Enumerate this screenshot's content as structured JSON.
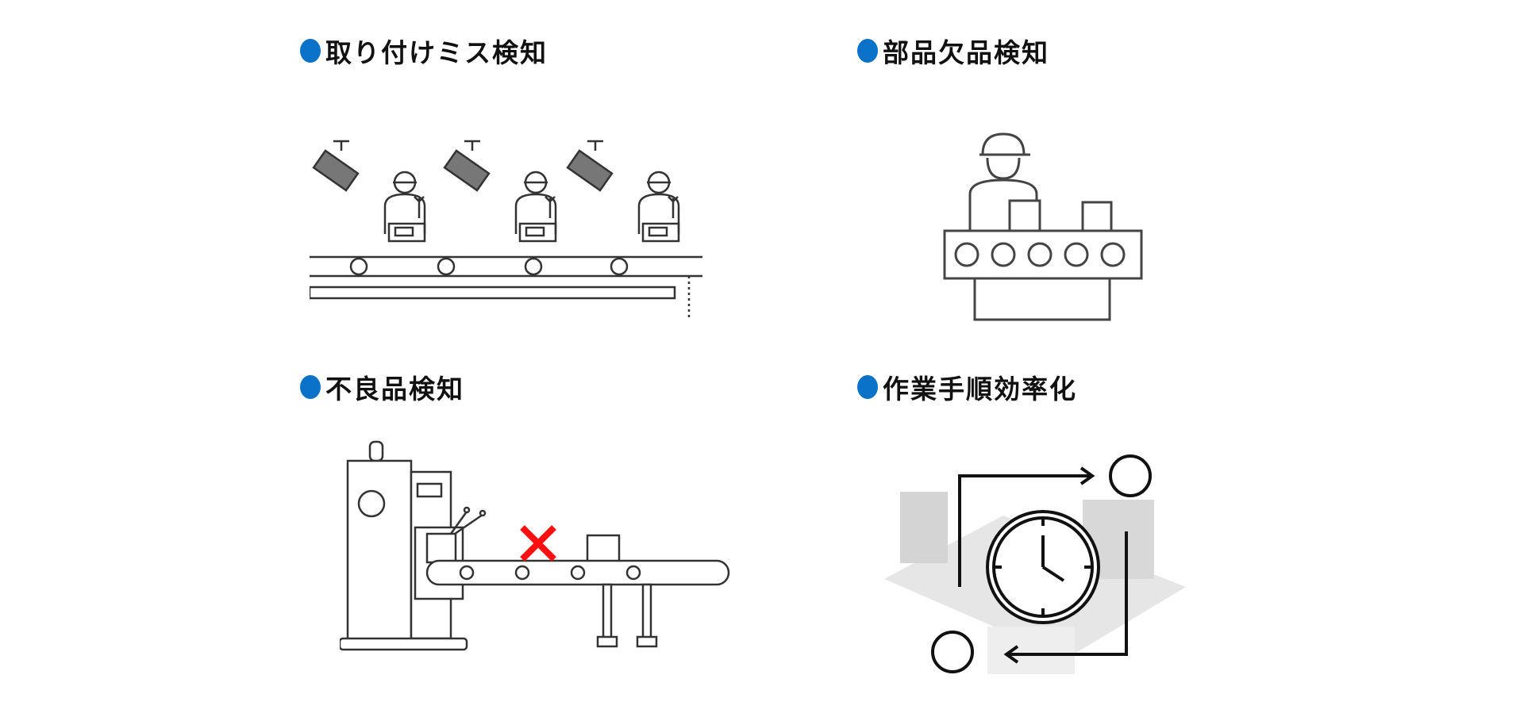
{
  "accent_color": "#0a72c9",
  "sections": [
    {
      "title": "取り付けミス検知",
      "icon": "assembly-line-cameras-illustration"
    },
    {
      "title": "部品欠品検知",
      "icon": "worker-parts-conveyor-illustration"
    },
    {
      "title": "不良品検知",
      "icon": "defect-detection-machine-illustration"
    },
    {
      "title": "作業手順効率化",
      "icon": "process-efficiency-clock-illustration"
    }
  ]
}
